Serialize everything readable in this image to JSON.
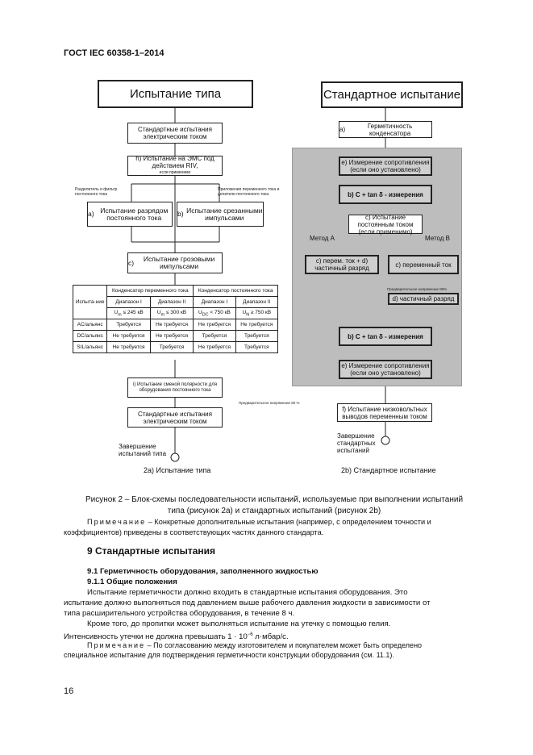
{
  "header": {
    "doc_id": "ГОСТ IEC 60358-1–2014"
  },
  "left": {
    "title": "Испытание типа",
    "b1": "Стандартные испытания электрическим током",
    "b2_main": "h) Испытание на ЭМС под действием RIV,",
    "b2_small": "если применимо",
    "split_left": "Разделитель и фильтр постоянного тока",
    "split_right": "Приложения переменного тока и делители постоянного тока",
    "b3_letter": "a)",
    "b3": "Испытание разрядом постоянного тока",
    "b4_letter": "b)",
    "b4": "Испытание срезанными импульсами",
    "b5_letter": "c)",
    "b5": "Испытание грозовыми импульсами",
    "table": {
      "corner": "Испыта-ние",
      "grp1": "Конденсатор переменного тока",
      "grp2": "Конденсатор постоянного тока",
      "h1": "Диапазон I",
      "h2": "Диапазон II",
      "h3": "Диапазон I",
      "h4": "Диапазон II",
      "r0c1": "U",
      "r0c1_sub": "m",
      "r0c1_rest": "≤ 245 кВ",
      "r0c2": "U",
      "r0c2_sub": "m",
      "r0c2_rest": "≤ 300 кВ",
      "r0c3": "U",
      "r0c3_sub": "DC",
      "r0c3_rest": "< 750 кВ",
      "r0c4": "U",
      "r0c4_sub": "N",
      "r0c4_rest": "≥ 750 кВ",
      "rows": [
        {
          "name": "AC/альянс",
          "c": [
            "Требуется",
            "Не требуется",
            "Не требуется",
            "Не требуется"
          ]
        },
        {
          "name": "DC/альянс",
          "c": [
            "Не требуется",
            "Не требуется",
            "Требуется",
            "Требуется"
          ]
        },
        {
          "name": "SIL/альянс",
          "c": [
            "Не требуется",
            "Требуется",
            "Не требуется",
            "Требуется"
          ]
        }
      ]
    },
    "b6": "i) Испытание сменой полярности для оборудования постоянного тока",
    "b7": "Стандартные испытания электрическим током",
    "end": "Завершение испытаний типа",
    "caption": "2a) Испытание типа"
  },
  "right": {
    "title": "Стандартное испытание",
    "a_letter": "a)",
    "a": "Герметичность конденсатора",
    "e1": "e) Измерение сопротивления (если оно установлено)",
    "b": "b) C + tan δ - измерения",
    "c": "c) Испытание постоянным током (если применимо)",
    "method_a": "Метод А",
    "method_b": "Метод В",
    "cd": "c) перем. ток + d) частичный разряд",
    "c2": "c) переменный ток",
    "prelim": "Предварительное напряжение 80%",
    "d": "d) частичный разряд",
    "b2": "b) C + tan δ - измерения",
    "e2": "e) Измерение сопротивления (если оно установлено)",
    "f": "f) Испытание низковольтных выводов переменным током",
    "prelim2": "Предварительное напряжение 80 %",
    "end": "Завершение стандартных испытаний",
    "caption": "2b) Стандартное испытание"
  },
  "figure": {
    "line1": "Рисунок 2 – Блок-схемы последовательности испытаний, используемые при выполнении испытаний",
    "line2": "типа (рисунок 2a) и стандартных испытаний (рисунок 2b)",
    "note_label": "Примечание",
    "note1": " – Конкретные дополнительные испытания (например, с определением точности и",
    "note2": "коэффициентов) приведены в соответствующих частях данного стандарта."
  },
  "section": {
    "h9": "9  Стандартные испытания",
    "h91": "9.1  Герметичность оборудования, заполненного жидкостью",
    "h911": "9.1.1  Общие положения",
    "p1a": "Испытание герметичности должно входить в стандартные испытания оборудования. Это",
    "p1b": "испытание должно выполняться под давлением выше рабочего давления жидкости в зависимости от",
    "p1c": "типа расширительного устройства оборудования, в течение 8 ч.",
    "p2a": "Кроме того, до пропитки может выполняться испытание на утечку с помощью гелия.",
    "p2b": "Интенсивность утечки не должна превышать 1 · 10",
    "p2b_sup": "−6",
    "p2b_end": " л·мбар/с.",
    "note_label": "Примечание",
    "note1": " – По согласованию между изготовителем и покупателем может быть определено",
    "note2": "специальное испытание для подтверждения герметичности конструкции оборудования (см. 11.1)."
  },
  "page_number": "16"
}
